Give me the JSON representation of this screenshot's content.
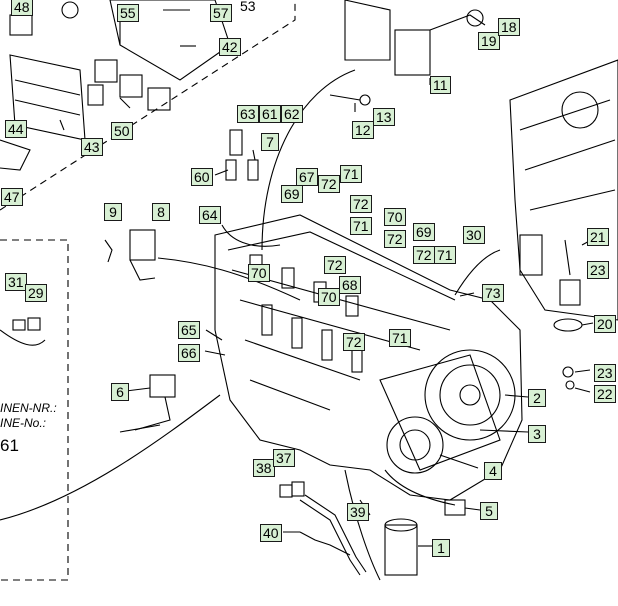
{
  "parts": [
    {
      "id": "p48",
      "label": "48"
    },
    {
      "id": "p55",
      "label": "55"
    },
    {
      "id": "p57",
      "label": "57"
    },
    {
      "id": "p53",
      "label": "53"
    },
    {
      "id": "p42",
      "label": "42"
    },
    {
      "id": "p19",
      "label": "19"
    },
    {
      "id": "p18",
      "label": "18"
    },
    {
      "id": "p11",
      "label": "11"
    },
    {
      "id": "p12",
      "label": "12"
    },
    {
      "id": "p13",
      "label": "13"
    },
    {
      "id": "p44",
      "label": "44"
    },
    {
      "id": "p50",
      "label": "50"
    },
    {
      "id": "p43",
      "label": "43"
    },
    {
      "id": "p47",
      "label": "47"
    },
    {
      "id": "p63",
      "label": "63"
    },
    {
      "id": "p61",
      "label": "61"
    },
    {
      "id": "p62",
      "label": "62"
    },
    {
      "id": "p7",
      "label": "7"
    },
    {
      "id": "p60",
      "label": "60"
    },
    {
      "id": "p67",
      "label": "67"
    },
    {
      "id": "p72a",
      "label": "72"
    },
    {
      "id": "p71a",
      "label": "71"
    },
    {
      "id": "p69a",
      "label": "69"
    },
    {
      "id": "p72b",
      "label": "72"
    },
    {
      "id": "p71b",
      "label": "71"
    },
    {
      "id": "p9",
      "label": "9"
    },
    {
      "id": "p8",
      "label": "8"
    },
    {
      "id": "p64",
      "label": "64"
    },
    {
      "id": "p70a",
      "label": "70"
    },
    {
      "id": "p72c",
      "label": "72"
    },
    {
      "id": "p70b",
      "label": "70"
    },
    {
      "id": "p70c",
      "label": "70"
    },
    {
      "id": "p72d",
      "label": "72"
    },
    {
      "id": "p69b",
      "label": "69"
    },
    {
      "id": "p72e",
      "label": "72"
    },
    {
      "id": "p71c",
      "label": "71"
    },
    {
      "id": "p30",
      "label": "30"
    },
    {
      "id": "p21",
      "label": "21"
    },
    {
      "id": "p23a",
      "label": "23"
    },
    {
      "id": "p68",
      "label": "68"
    },
    {
      "id": "p73",
      "label": "73"
    },
    {
      "id": "p31",
      "label": "31"
    },
    {
      "id": "p29",
      "label": "29"
    },
    {
      "id": "p65",
      "label": "65"
    },
    {
      "id": "p72f",
      "label": "72"
    },
    {
      "id": "p71d",
      "label": "71"
    },
    {
      "id": "p20",
      "label": "20"
    },
    {
      "id": "p66",
      "label": "66"
    },
    {
      "id": "p23b",
      "label": "23"
    },
    {
      "id": "p22",
      "label": "22"
    },
    {
      "id": "p6",
      "label": "6"
    },
    {
      "id": "p2",
      "label": "2"
    },
    {
      "id": "p3",
      "label": "3"
    },
    {
      "id": "p4",
      "label": "4"
    },
    {
      "id": "p38",
      "label": "38"
    },
    {
      "id": "p37",
      "label": "37"
    },
    {
      "id": "p5",
      "label": "5"
    },
    {
      "id": "p39",
      "label": "39"
    },
    {
      "id": "p40",
      "label": "40"
    },
    {
      "id": "p1",
      "label": "1"
    }
  ],
  "side_panel": {
    "line1": "INEN-NR.:",
    "line2": "INE-No.:",
    "code": "61"
  },
  "colors": {
    "label_fill": "#d8f0d4",
    "label_border": "#1a1a1a",
    "line": "#000000"
  }
}
